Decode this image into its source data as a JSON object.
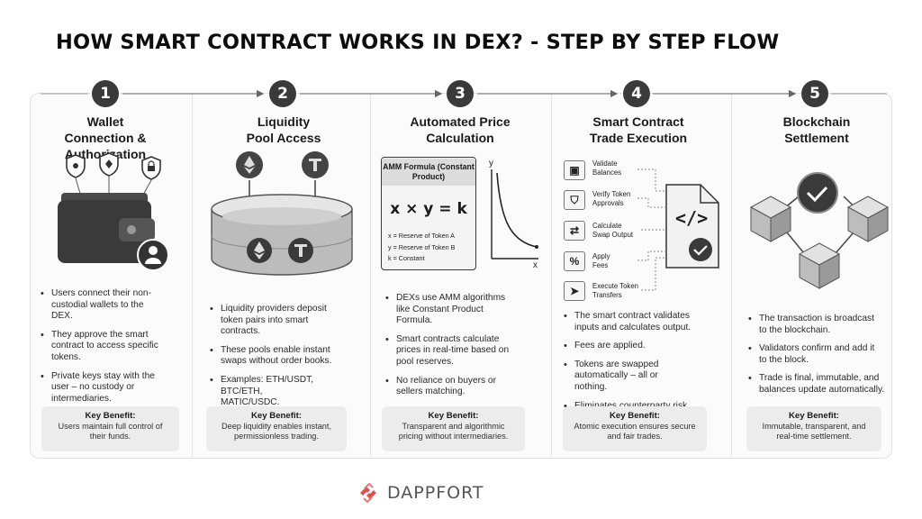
{
  "title": "HOW SMART CONTRACT WORKS IN DEX? - STEP BY STEP FLOW",
  "steps": [
    {
      "number": "1",
      "title": "Wallet Connection & Authorization",
      "bullets": [
        "Users connect their non-custodial wallets to the DEX.",
        "They approve the smart contract to access specific tokens.",
        "Private keys stay with the user – no custody or intermediaries."
      ],
      "benefit_heading": "Key Benefit:",
      "benefit_text": "Users maintain full control of their funds."
    },
    {
      "number": "2",
      "title": "Liquidity Pool Access",
      "bullets": [
        "Liquidity providers deposit token pairs into smart contracts.",
        "These pools enable instant swaps without order books.",
        "Examples: ETH/USDT, BTC/ETH, MATIC/USDC."
      ],
      "benefit_heading": "Key Benefit:",
      "benefit_text": "Deep liquidity enables instant, permissionless trading."
    },
    {
      "number": "3",
      "title": "Automated Price Calculation",
      "bullets": [
        "DEXs use AMM algorithms like Constant Product Formula.",
        "Smart contracts calculate prices in real-time based on pool reserves.",
        "No reliance on buyers or sellers matching."
      ],
      "benefit_heading": "Key Benefit:",
      "benefit_text": "Transparent and algorithmic pricing without intermediaries."
    },
    {
      "number": "4",
      "title": "Smart Contract Trade Execution",
      "bullets": [
        "The smart contract validates inputs and calculates output.",
        "Fees are applied.",
        "Tokens are swapped automatically – all or nothing.",
        "Eliminates counterparty risk."
      ],
      "benefit_heading": "Key Benefit:",
      "benefit_text": "Atomic execution ensures secure and fair trades."
    },
    {
      "number": "5",
      "title": "Blockchain Settlement",
      "bullets": [
        "The transaction is broadcast to the blockchain.",
        "Validators confirm and add it to the block.",
        "Trade is final, immutable, and balances update automatically."
      ],
      "benefit_heading": "Key Benefit:",
      "benefit_text": "Immutable, transparent, and real-time settlement."
    }
  ],
  "amm": {
    "title": "AMM Formula (Constant Product)",
    "formula": "x × y = k",
    "legend": [
      "x = Reserve of Token A",
      "y = Reserve of Token B",
      "k = Constant"
    ],
    "y_axis": "y",
    "x_axis": "x"
  },
  "execution_checklist": [
    "Validate Balances",
    "Verify Token Approvals",
    "Calculate Swap Output",
    "Apply Fees",
    "Execute Token Transfers"
  ],
  "code_symbol": "</>",
  "brand": "DAPPFORT",
  "colors": {
    "badge": "#3a3a3a",
    "benefit_bg": "#ececec",
    "brand_red": "#d9534f"
  }
}
